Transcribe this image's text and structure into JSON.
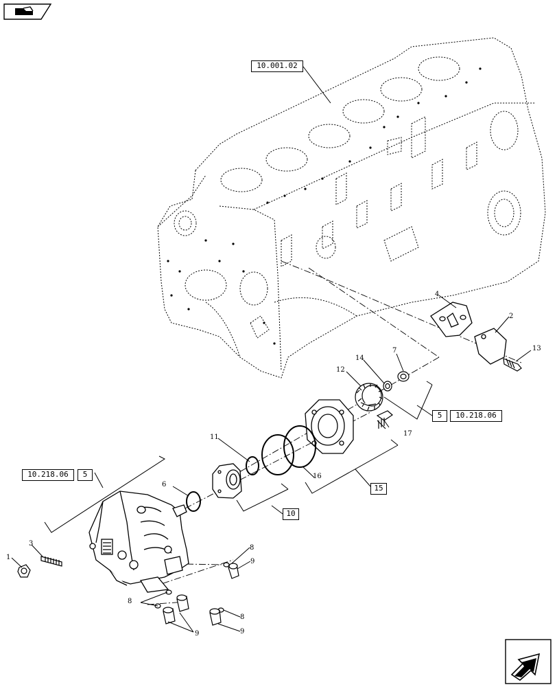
{
  "refs": {
    "block": "10.001.02",
    "gear": "10.218.06",
    "gear_item": "5",
    "pump": "10.218.06",
    "pump_item": "5",
    "bracket15": "15",
    "bracket10": "10"
  },
  "callouts": [
    "1",
    "2",
    "3",
    "4",
    "6",
    "7",
    "8",
    "8",
    "8",
    "9",
    "9",
    "9",
    "11",
    "12",
    "13",
    "14",
    "16",
    "17"
  ],
  "icons": {
    "top_left": "book-view-icon",
    "bottom_right": "next-page-arrow-icon"
  }
}
